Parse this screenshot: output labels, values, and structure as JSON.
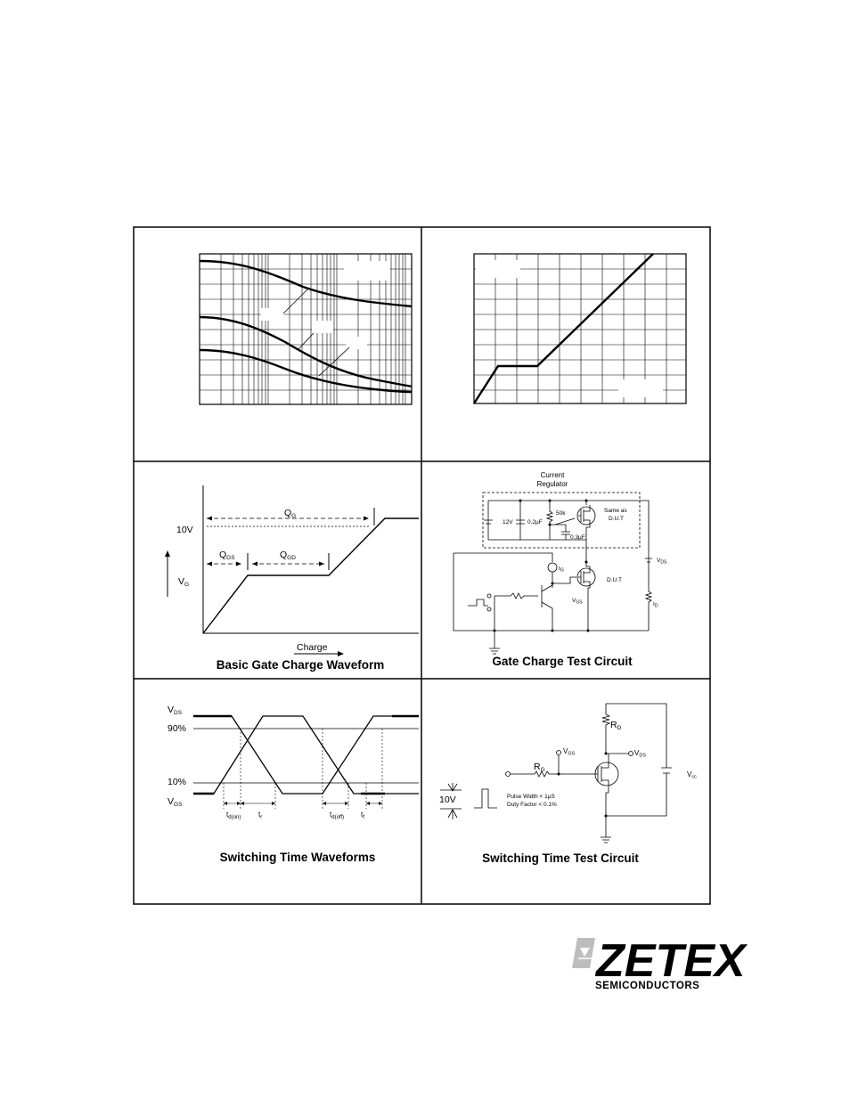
{
  "captions": {
    "gate_charge_waveform": "Basic Gate Charge Waveform",
    "gate_charge_circuit": "Gate Charge Test Circuit",
    "switching_waveforms": "Switching Time Waveforms",
    "switching_circuit": "Switching Time Test Circuit"
  },
  "gate_charge_waveform": {
    "qg": "Q",
    "qg_sub": "G",
    "qgs": "Q",
    "qgs_sub": "GS",
    "qgd": "Q",
    "qgd_sub": "GD",
    "level": "10V",
    "vg": "V",
    "vg_sub": "G",
    "x_label": "Charge"
  },
  "gate_charge_circuit": {
    "regulator_line1": "Current",
    "regulator_line2": "Regulator",
    "battery": "12V",
    "cap1": "0.2µF",
    "res": "50k",
    "cap2": "0.3µF",
    "same_as_line1": "Same as",
    "same_as_line2": "D.U.T",
    "dut": "D.U.T",
    "vds": "V",
    "vds_sub": "DS",
    "ig": "I",
    "ig_sub": "G",
    "vgs": "V",
    "vgs_sub": "GS",
    "id": "I",
    "id_sub": "D"
  },
  "switching_waveforms": {
    "vds": "V",
    "vds_sub": "DS",
    "p90": "90%",
    "p10": "10%",
    "vgs": "V",
    "vgs_sub": "GS",
    "tdon": "t",
    "tdon_sub": "d(on)",
    "tr": "t",
    "tr_sub": "r",
    "tdoff": "t",
    "tdoff_sub": "d(off)",
    "tf": "t",
    "tf_sub": "f"
  },
  "switching_circuit": {
    "rd": "R",
    "rd_sub": "D",
    "vgs": "V",
    "vgs_sub": "GS",
    "vds": "V",
    "vds_sub": "DS",
    "rg": "R",
    "rg_sub": "G",
    "vcc": "V",
    "vcc_sub": "cc",
    "pulse": "10V",
    "pulse_width": "Pulse Width < 1µS",
    "duty": "Duty Factor < 0.1%"
  },
  "logo": {
    "word": "ZETEX",
    "sub": "SEMICONDUCTORS"
  }
}
